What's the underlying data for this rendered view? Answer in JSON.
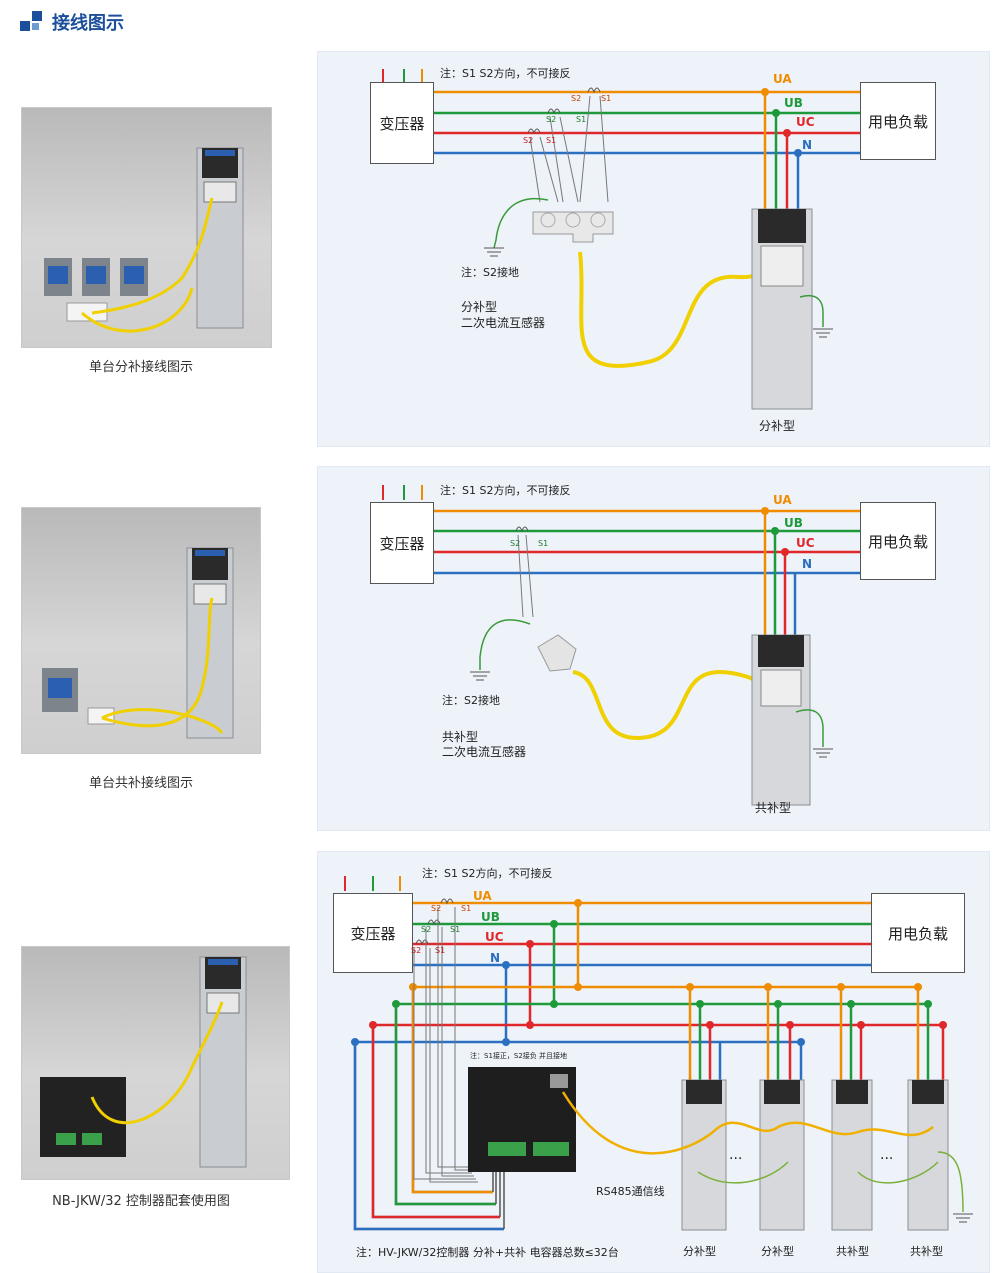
{
  "header": {
    "title": "接线图示"
  },
  "photos": [
    {
      "caption": "单台分补接线图示"
    },
    {
      "caption": "单台共补接线图示"
    },
    {
      "caption": "NB-JKW/32 控制器配套使用图"
    }
  ],
  "diagram1": {
    "transformer": "变压器",
    "load": "用电负载",
    "note_top": "注：S1 S2方向，不可接反",
    "phases": [
      "UA",
      "UB",
      "UC",
      "N"
    ],
    "ct_terminals": [
      "S2",
      "S1"
    ],
    "note_ground": "注：S2接地",
    "sensor_type": "分补型",
    "sensor_name": "二次电流互感器",
    "device_label": "分补型"
  },
  "diagram2": {
    "transformer": "变压器",
    "load": "用电负载",
    "note_top": "注：S1 S2方向，不可接反",
    "phases": [
      "UA",
      "UB",
      "UC",
      "N"
    ],
    "ct_terminals": [
      "S2",
      "S1"
    ],
    "note_ground": "注：S2接地",
    "sensor_type": "共补型",
    "sensor_name": "二次电流互感器",
    "device_label": "共补型"
  },
  "diagram3": {
    "transformer": "变压器",
    "load": "用电负载",
    "note_top": "注：S1 S2方向，不可接反",
    "phases": [
      "UA",
      "UB",
      "UC",
      "N"
    ],
    "ct_terminals": [
      "S2",
      "S1"
    ],
    "controller_note": "注：S1接正，S2接负 并且接地",
    "rs485": "RS485通信线",
    "ellipsis": "···",
    "device_labels": [
      "分补型",
      "分补型",
      "共补型",
      "共补型"
    ],
    "note_bottom": "注：HV-JKW/32控制器 分补+共补 电容器总数≤32台"
  },
  "colors": {
    "ua": "#f08c00",
    "ub": "#1e9a3b",
    "uc": "#e0282a",
    "n": "#2a6fc0",
    "accent": "#1b4f9c"
  }
}
